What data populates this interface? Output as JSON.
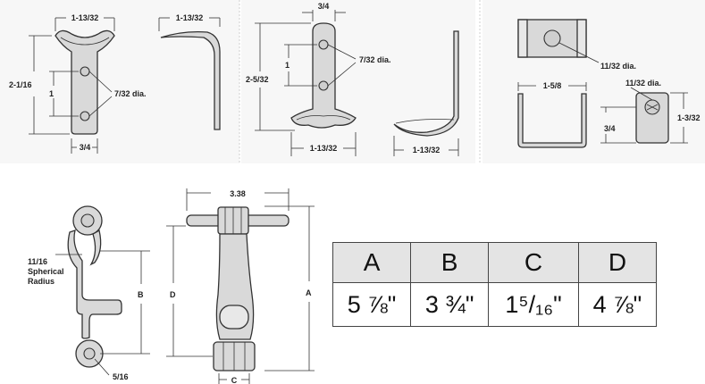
{
  "panel1": {
    "width_label": "1-13/32",
    "side_width_label": "1-13/32",
    "height_label": "2-1/16",
    "spacing_label": "1",
    "hole_label": "7/32 dia.",
    "bottom_label": "3/4"
  },
  "panel2": {
    "top_label": "3/4",
    "height_label": "2-5/32",
    "spacing_label": "1",
    "hole_label": "7/32 dia.",
    "bottom_label": "1-13/32",
    "side_bottom_label": "1-13/32"
  },
  "panel3": {
    "hole_label_top": "11/32 dia.",
    "width_label": "1-5/8",
    "hole_label_side": "11/32 dia.",
    "height_label": "3/4",
    "side_height_label": "1-3/32"
  },
  "lower": {
    "radius_line1": "11/16",
    "radius_line2": "Spherical",
    "radius_line3": "Radius",
    "b_label": "B",
    "hole_label": "5/16",
    "width_label": "3.38",
    "d_label": "D",
    "a_label": "A",
    "c_label": "C"
  },
  "table": {
    "headers": [
      "A",
      "B",
      "C",
      "D"
    ],
    "values": [
      "5 ⅞\"",
      "3 ¾\"",
      "1⁵/₁₆\"",
      "4 ⅞\""
    ]
  }
}
